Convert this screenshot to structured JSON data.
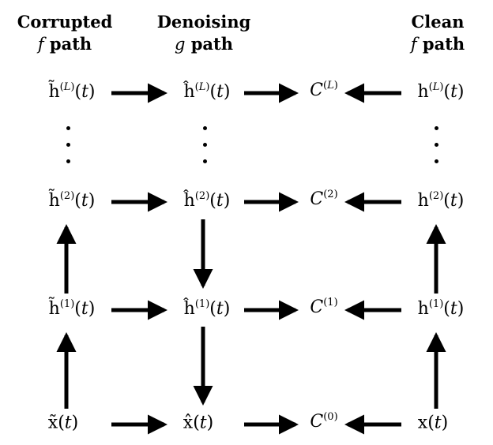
{
  "headers": {
    "corrupted": {
      "line1": "Corrupted",
      "var": "f",
      "word": "path"
    },
    "denoising": {
      "line1": "Denoising",
      "var": "g",
      "word": "path"
    },
    "clean": {
      "line1": "Clean",
      "var": "f",
      "word": "path"
    }
  },
  "nodes": {
    "corrupted": {
      "hL": {
        "base": "h̃",
        "sup": "L",
        "arg": "t"
      },
      "h2": {
        "base": "h̃",
        "sup": "2",
        "arg": "t"
      },
      "h1": {
        "base": "h̃",
        "sup": "1",
        "arg": "t"
      },
      "x": {
        "base": "x̃",
        "arg": "t"
      }
    },
    "denoising": {
      "hL": {
        "base": "ĥ",
        "sup": "L",
        "arg": "t"
      },
      "h2": {
        "base": "ĥ",
        "sup": "2",
        "arg": "t"
      },
      "h1": {
        "base": "ĥ",
        "sup": "1",
        "arg": "t"
      },
      "x": {
        "base": "x̂",
        "arg": "t"
      }
    },
    "cost": {
      "L": {
        "base": "C",
        "sup": "L"
      },
      "c2": {
        "base": "C",
        "sup": "2"
      },
      "c1": {
        "base": "C",
        "sup": "1"
      },
      "c0": {
        "base": "C",
        "sup": "0"
      }
    },
    "clean": {
      "hL": {
        "base": "h",
        "sup": "L",
        "arg": "t"
      },
      "h2": {
        "base": "h",
        "sup": "2",
        "arg": "t"
      },
      "h1": {
        "base": "h",
        "sup": "1",
        "arg": "t"
      },
      "x": {
        "base": "x",
        "arg": "t"
      }
    }
  }
}
